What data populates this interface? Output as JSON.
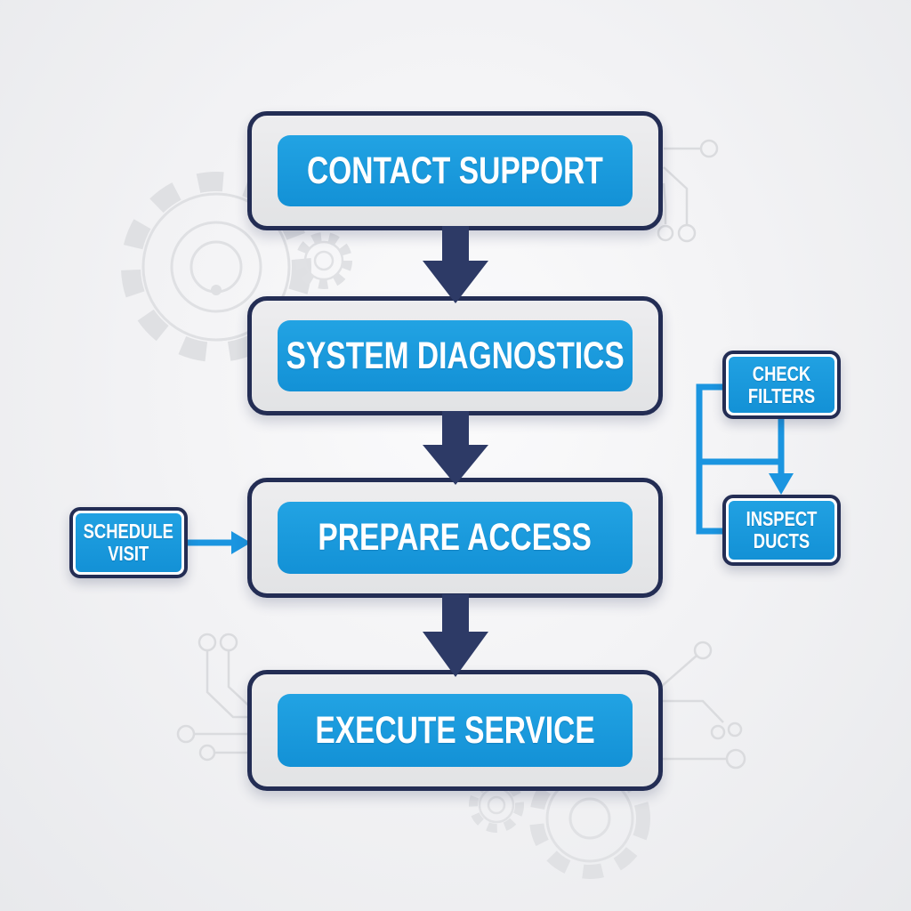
{
  "diagram": {
    "type": "flowchart",
    "main_flow": [
      {
        "id": "contact-support",
        "label": "CONTACT SUPPORT"
      },
      {
        "id": "system-diagnostics",
        "label": "SYSTEM DIAGNOSTICS"
      },
      {
        "id": "prepare-access",
        "label": "PREPARE ACCESS"
      },
      {
        "id": "execute-service",
        "label": "EXECUTE SERVICE"
      }
    ],
    "side_nodes": [
      {
        "id": "schedule-visit",
        "label": "SCHEDULE VISIT",
        "position": "left",
        "connects_to": "PREPARE ACCESS"
      },
      {
        "id": "check-filters",
        "label": "CHECK FILTERS",
        "position": "right",
        "connects_to": "INSPECT DUCTS"
      },
      {
        "id": "inspect-ducts",
        "label": "INSPECT DUCTS",
        "position": "right"
      }
    ],
    "decorations": [
      "gear-icons",
      "circuit-trace-icons"
    ]
  },
  "colors": {
    "background": "#f3f3f5",
    "node_blue": "#1897da",
    "node_border_navy": "#232d54",
    "panel_gray": "#e4e4e6",
    "flow_arrow_navy": "#2d3a66",
    "connector_blue": "#1b95e0",
    "label_text": "#ffffff",
    "decoration_gray": "#dcdde0"
  }
}
